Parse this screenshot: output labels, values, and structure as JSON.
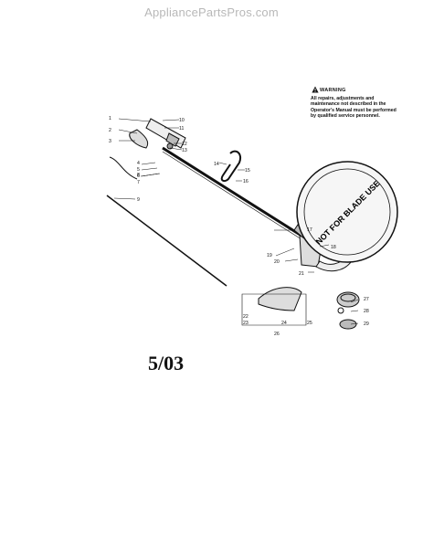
{
  "header": {
    "site": "AppliancePartsPros.com"
  },
  "warning": {
    "title": "WARNING",
    "text": "All repairs, adjustments and maintenance not described in the Operator's Manual must be performed by qualified service personnel."
  },
  "blade_label": "NOT FOR BLADE USE",
  "date_stamp": "5/03",
  "callouts": {
    "c1": "1",
    "c2": "2",
    "c3": "3",
    "c4": "4",
    "c5": "5",
    "c6": "6",
    "c7": "7",
    "c8": "8",
    "c9": "9",
    "c10": "10",
    "c11": "11",
    "c12": "12",
    "c13": "13",
    "c14": "14",
    "c15": "15",
    "c16": "16",
    "c17": "17",
    "c18": "18",
    "c19": "19",
    "c20": "20",
    "c21": "21",
    "c22": "22",
    "c23": "23",
    "c24": "24",
    "c25": "25",
    "c26": "26",
    "c27": "27",
    "c28": "28",
    "c29": "29"
  },
  "icons": {
    "warning": "warning-triangle-icon"
  }
}
